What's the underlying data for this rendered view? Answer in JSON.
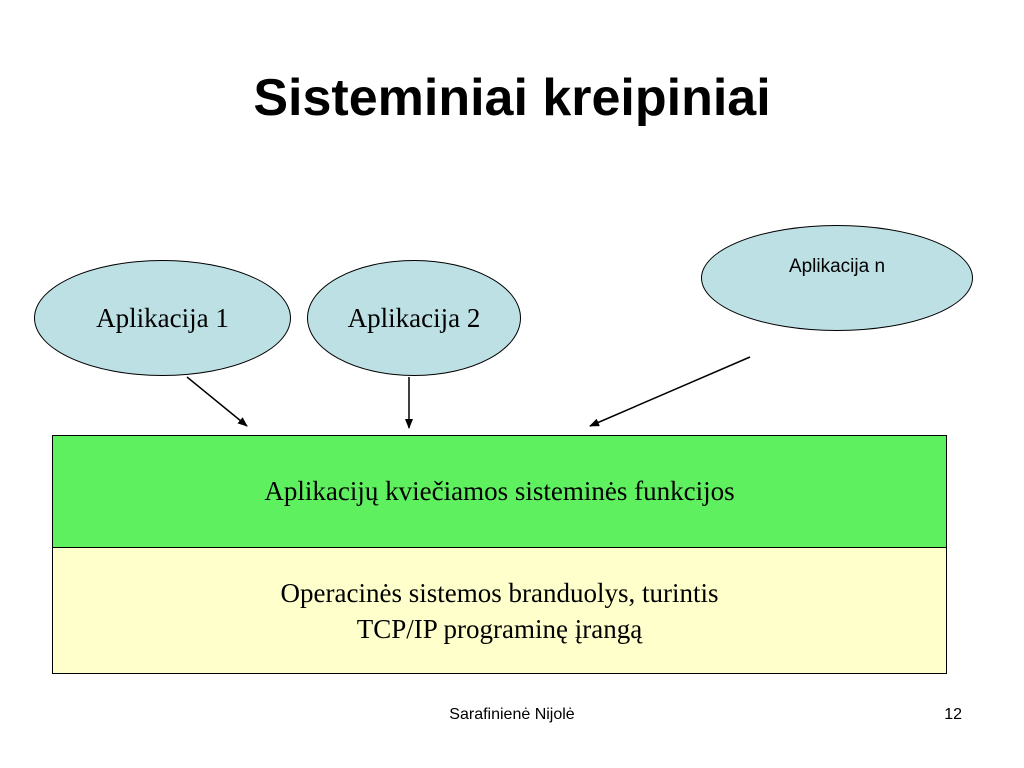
{
  "title": "Sisteminiai kreipiniai",
  "applications": [
    {
      "label": "Aplikacija 1",
      "color": "#bde0e4"
    },
    {
      "label": "Aplikacija 2",
      "color": "#bde0e4"
    },
    {
      "label": "Aplikacija n",
      "color": "#bde0e4"
    }
  ],
  "layers": {
    "system_functions": {
      "label": "Aplikacijų kviečiamos sisteminės funkcijos",
      "color": "#5ff05f"
    },
    "os_kernel": {
      "lines": [
        "Operacinės sistemos branduolys, turintis",
        "TCP/IP programinę įrangą"
      ],
      "color": "#ffffcc"
    }
  },
  "footer": {
    "author": "Sarafinienė Nijolė",
    "page_number": "12"
  }
}
